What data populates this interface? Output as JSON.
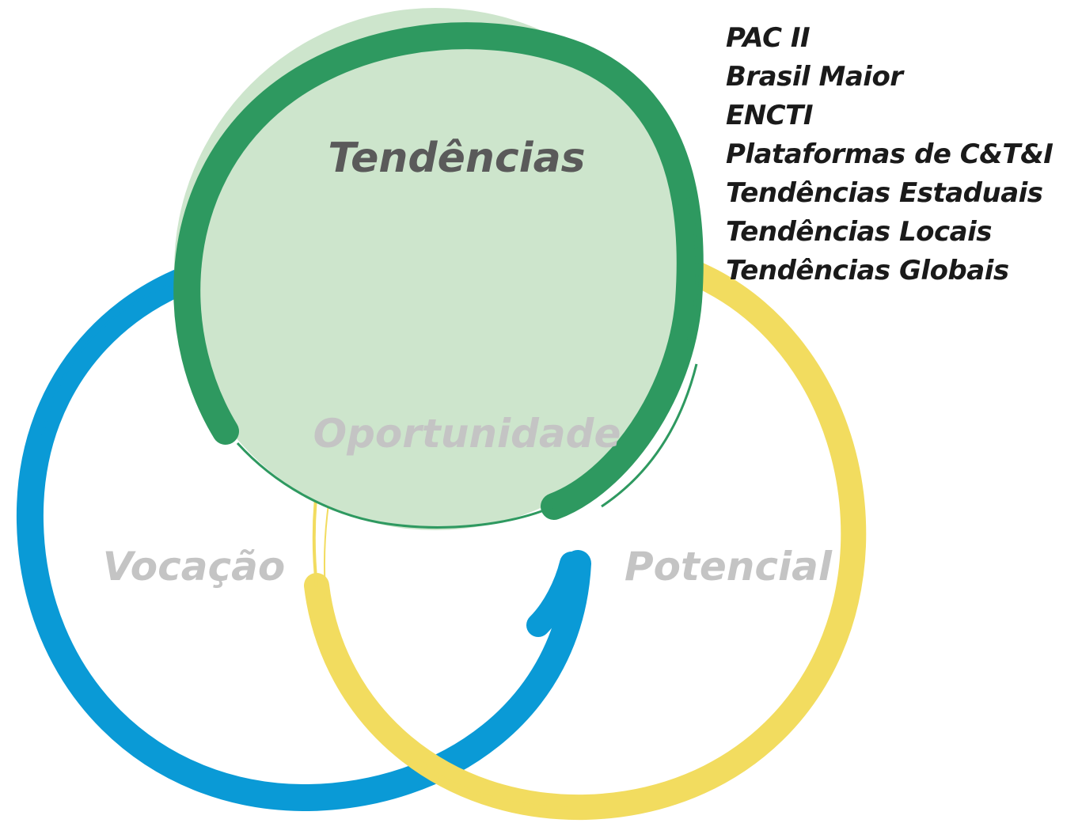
{
  "diagram": {
    "circles": {
      "tendencias": {
        "label": "Tendências",
        "color": "#2e9960",
        "fill": "#cde5cc"
      },
      "vocacao": {
        "label": "Vocação",
        "color": "#0a9ad6"
      },
      "potencial": {
        "label": "Potencial",
        "color": "#f2dc5f"
      }
    },
    "center_label": "Oportunidade"
  },
  "tendencias_list": {
    "items": [
      "PAC II",
      "Brasil Maior",
      "ENCTI",
      "Plataformas de C&T&I",
      "Tendências Estaduais",
      "Tendências Locais",
      "Tendências Globais"
    ]
  }
}
